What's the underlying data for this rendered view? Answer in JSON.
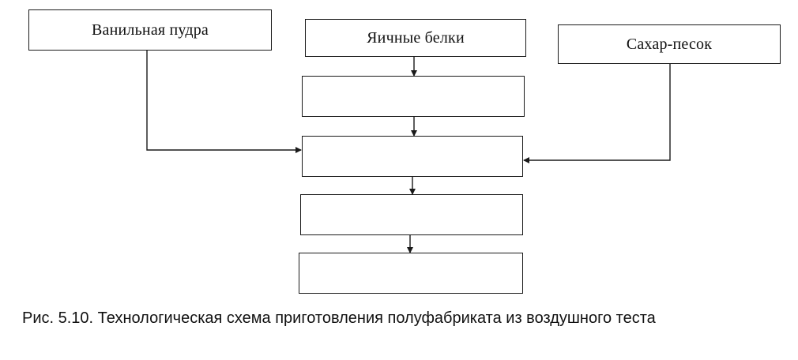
{
  "diagram": {
    "inputs": {
      "vanilla": "Ванильная пудра",
      "whites": "Яичные белки",
      "sugar": "Сахар-песок"
    },
    "steps": [
      "",
      "",
      "",
      ""
    ]
  },
  "caption": "Рис. 5.10. Технологическая схема приготовления полуфабриката из воздушного теста"
}
